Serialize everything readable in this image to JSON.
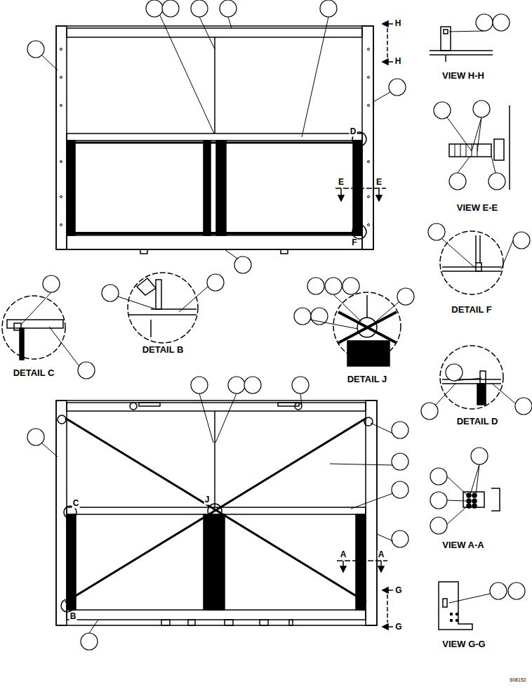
{
  "diagram": {
    "labels": [
      "H",
      "H",
      "D",
      "E",
      "E",
      "F",
      "VIEW H-H",
      "VIEW E-E",
      "DETAIL F",
      "DETAIL C",
      "DETAIL B",
      "DETAIL J",
      "DETAIL D",
      "C",
      "J",
      "A",
      "A",
      "VIEW A-A",
      "G",
      "G",
      "B",
      "VIEW G-G",
      "608152"
    ]
  }
}
